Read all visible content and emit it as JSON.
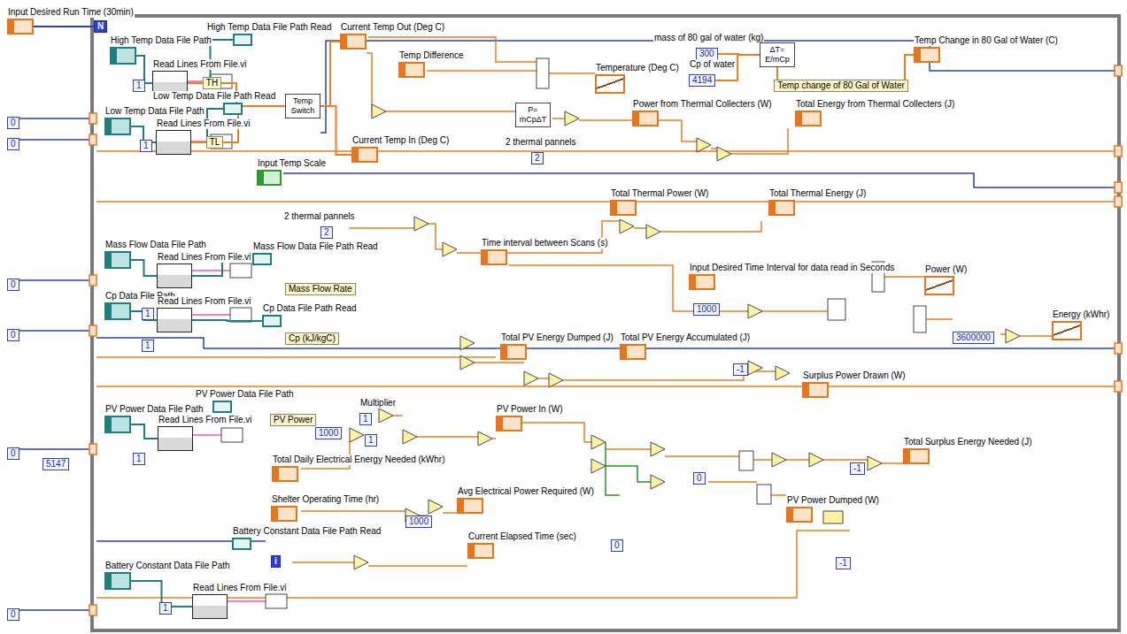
{
  "diagram": {
    "nodes": [
      {
        "text": [
          "Input Desired Run Time (30min)"
        ]
      },
      {
        "text": [
          "N"
        ]
      },
      {
        "text": [
          "High Temp Data File Path"
        ]
      },
      {
        "text": [
          "High Temp Data File Path Read"
        ]
      },
      {
        "text": [
          "Read Lines From File.vi"
        ]
      },
      {
        "text": [
          "1"
        ]
      },
      {
        "text": [
          "0"
        ]
      },
      {
        "text": [
          "Low Temp Data File Path Read"
        ]
      },
      {
        "text": [
          "Low Temp Data File Path"
        ]
      },
      {
        "text": [
          "Read Lines From File.vi"
        ]
      },
      {
        "text": [
          "1"
        ]
      },
      {
        "text": [
          "0"
        ]
      },
      {
        "text": [
          "Temp Switch"
        ]
      },
      {
        "text": [
          "Current Temp Out (Deg C)"
        ]
      },
      {
        "text": [
          "Temp Difference"
        ]
      },
      {
        "text": [
          "Current Temp In (Deg C)"
        ]
      },
      {
        "text": [
          "Input Temp Scale"
        ]
      },
      {
        "text": [
          "Temperature (Deg C)"
        ]
      },
      {
        "text": [
          "mass of 80 gal of water (kg)",
          "300"
        ]
      },
      {
        "text": [
          "Cp of water",
          "4194"
        ]
      },
      {
        "text": [
          "ΔT= E/mCp"
        ]
      },
      {
        "text": [
          "Temp Change in 80 Gal of Water (C)"
        ]
      },
      {
        "text": [
          "P= ṁCpΔT"
        ]
      },
      {
        "text": [
          "2 thermal pannels",
          "2"
        ]
      },
      {
        "text": [
          "Power from Thermal Collecters (W)"
        ]
      },
      {
        "text": [
          "Total Energy from Thermal Collecters (J)"
        ]
      },
      {
        "text": [
          "Total Thermal Power (W)"
        ]
      },
      {
        "text": [
          "Total Thermal Energy (J)"
        ]
      },
      {
        "text": [
          "2 thermal pannels",
          "2"
        ]
      },
      {
        "text": [
          "Time interval between Scans (s)"
        ]
      },
      {
        "text": [
          "Mass Flow Data File Path"
        ]
      },
      {
        "text": [
          "Mass Flow Data File Path Read"
        ]
      },
      {
        "text": [
          "Read Lines From File.vi"
        ]
      },
      {
        "text": [
          "0"
        ]
      },
      {
        "text": [
          "1"
        ]
      },
      {
        "text": [
          "Input Desired Time Interval for data read in Seconds"
        ]
      },
      {
        "text": [
          "1000"
        ]
      },
      {
        "text": [
          "Power (W)"
        ]
      },
      {
        "text": [
          "Cp Data File Path"
        ]
      },
      {
        "text": [
          "Read Lines From File.vi"
        ]
      },
      {
        "text": [
          "Cp Data File Path Read"
        ]
      },
      {
        "text": [
          "3600000"
        ]
      },
      {
        "text": [
          "Energy (kWhr)"
        ]
      },
      {
        "text": [
          "0"
        ]
      },
      {
        "text": [
          "1"
        ]
      },
      {
        "text": [
          "Total PV Energy Dumped (J)"
        ]
      },
      {
        "text": [
          "Total PV Energy Accumulated (J)"
        ]
      },
      {
        "text": [
          "-1"
        ]
      },
      {
        "text": [
          "Surplus Power Drawn (W)"
        ]
      },
      {
        "text": [
          "PV Power Data File Path"
        ]
      },
      {
        "text": [
          "Multiplier",
          "1"
        ]
      },
      {
        "text": [
          "PV Power Data File Path"
        ]
      },
      {
        "text": [
          "PV Power In (W)"
        ]
      },
      {
        "text": [
          "Read Lines From File.vi"
        ]
      },
      {
        "text": [
          "1000"
        ]
      },
      {
        "text": [
          "1"
        ]
      },
      {
        "text": [
          "Total Surplus Energy Needed (J)"
        ]
      },
      {
        "text": [
          "0"
        ]
      },
      {
        "text": [
          "1"
        ]
      },
      {
        "text": [
          "5147"
        ]
      },
      {
        "text": [
          "Total Daily Electrical Energy Needed (kWhr)"
        ]
      },
      {
        "text": [
          "0"
        ]
      },
      {
        "text": [
          "-1"
        ]
      },
      {
        "text": [
          "Avg Electrical Power Required (W)"
        ]
      },
      {
        "text": [
          "Shelter Operating Time (hr)"
        ]
      },
      {
        "text": [
          "PV Power Dumped (W)"
        ]
      },
      {
        "text": [
          "1000"
        ]
      },
      {
        "text": [
          "Battery Constant Data File Path Read"
        ]
      },
      {
        "text": [
          "Current Elapsed Time (sec)"
        ]
      },
      {
        "text": [
          "0"
        ]
      },
      {
        "text": [
          "i"
        ]
      },
      {
        "text": [
          "-1"
        ]
      },
      {
        "text": [
          "Battery Constant Data File Path"
        ]
      },
      {
        "text": [
          "Read Lines From File.vi"
        ]
      },
      {
        "text": [
          "1"
        ]
      },
      {
        "text": [
          "0"
        ]
      }
    ],
    "edges": [
      {
        "from": 0,
        "to": 1,
        "arrow": "none"
      },
      {
        "from": 2,
        "to": 4,
        "arrow": "none"
      },
      {
        "from": 4,
        "to": 3,
        "arrow": "none"
      },
      {
        "from": 8,
        "to": 9,
        "arrow": "none"
      },
      {
        "from": 9,
        "to": 7,
        "arrow": "none"
      },
      {
        "from": 4,
        "to": 12,
        "label": "TH",
        "arrow": "none"
      },
      {
        "from": 9,
        "to": 12,
        "label": "TL",
        "arrow": "none"
      },
      {
        "from": 12,
        "to": 13,
        "arrow": "none"
      },
      {
        "from": 12,
        "to": 15,
        "arrow": "none"
      },
      {
        "from": 18,
        "to": 20,
        "arrow": "none"
      },
      {
        "from": 19,
        "to": 20,
        "arrow": "none"
      },
      {
        "from": 20,
        "to": 21,
        "label": "Temp change of 80 Gal of Water",
        "arrow": "none"
      },
      {
        "from": 30,
        "to": 32,
        "arrow": "none"
      },
      {
        "from": 32,
        "to": 31,
        "arrow": "none"
      },
      {
        "from": 38,
        "to": 39,
        "arrow": "none"
      },
      {
        "from": 39,
        "to": 40,
        "arrow": "none"
      },
      {
        "from": 51,
        "to": 53,
        "arrow": "none"
      },
      {
        "from": 72,
        "to": 73,
        "arrow": "none"
      }
    ],
    "labels": [
      "Mass Flow Rate",
      "Cp (kJ/kgC)",
      "PV Power"
    ]
  }
}
